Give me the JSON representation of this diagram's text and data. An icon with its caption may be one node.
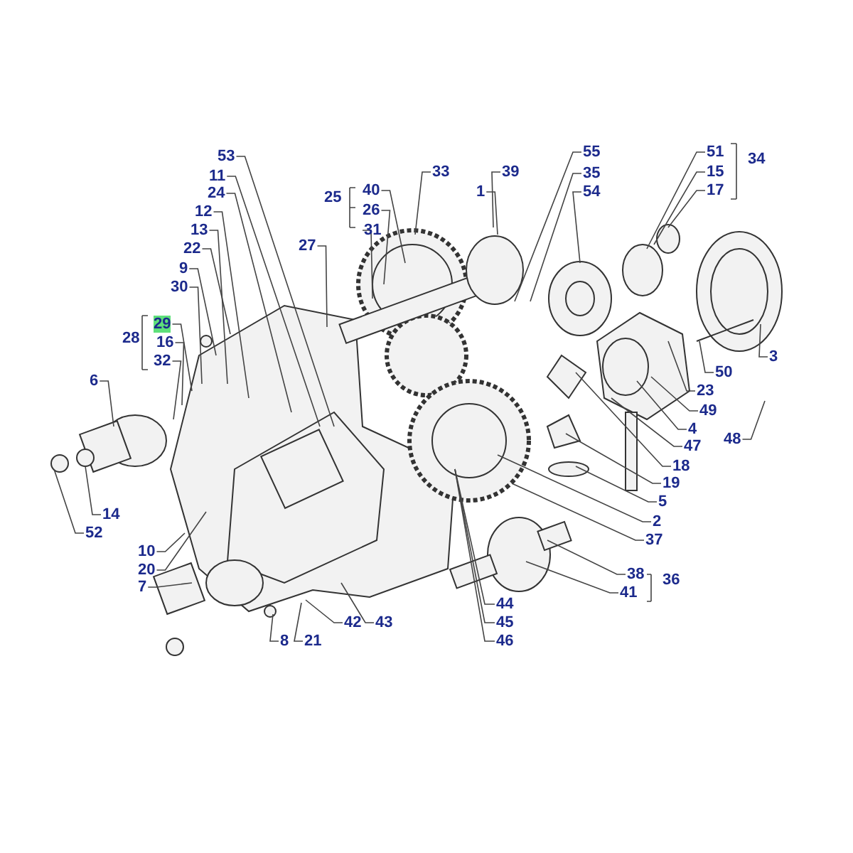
{
  "diagram": {
    "nodes": [
      {
        "text": [
          "53"
        ]
      },
      {
        "text": [
          "51"
        ]
      },
      {
        "text": [
          "55"
        ]
      },
      {
        "text": [
          "33"
        ]
      },
      {
        "text": [
          "39"
        ]
      },
      {
        "text": [
          "11"
        ]
      },
      {
        "text": [
          "15"
        ]
      },
      {
        "text": [
          "35"
        ]
      },
      {
        "text": [
          "24"
        ]
      },
      {
        "text": [
          "1"
        ]
      },
      {
        "text": [
          "17"
        ]
      },
      {
        "text": [
          "54"
        ]
      },
      {
        "text": [
          "40"
        ]
      },
      {
        "text": [
          "12"
        ]
      },
      {
        "text": [
          "26"
        ]
      },
      {
        "text": [
          "13"
        ]
      },
      {
        "text": [
          "31"
        ]
      },
      {
        "text": [
          "27"
        ]
      },
      {
        "text": [
          "22"
        ]
      },
      {
        "text": [
          "9"
        ]
      },
      {
        "text": [
          "30"
        ]
      },
      {
        "text": [
          "29"
        ]
      },
      {
        "text": [
          "16"
        ]
      },
      {
        "text": [
          "3"
        ]
      },
      {
        "text": [
          "32"
        ]
      },
      {
        "text": [
          "50"
        ]
      },
      {
        "text": [
          "6"
        ]
      },
      {
        "text": [
          "23"
        ]
      },
      {
        "text": [
          "49"
        ]
      },
      {
        "text": [
          "4"
        ]
      },
      {
        "text": [
          "48"
        ]
      },
      {
        "text": [
          "47"
        ]
      },
      {
        "text": [
          "18"
        ]
      },
      {
        "text": [
          "19"
        ]
      },
      {
        "text": [
          "5"
        ]
      },
      {
        "text": [
          "14"
        ]
      },
      {
        "text": [
          "2"
        ]
      },
      {
        "text": [
          "52"
        ]
      },
      {
        "text": [
          "37"
        ]
      },
      {
        "text": [
          "10"
        ]
      },
      {
        "text": [
          "20"
        ]
      },
      {
        "text": [
          "38"
        ]
      },
      {
        "text": [
          "7"
        ]
      },
      {
        "text": [
          "41"
        ]
      },
      {
        "text": [
          "44"
        ]
      },
      {
        "text": [
          "42"
        ]
      },
      {
        "text": [
          "43"
        ]
      },
      {
        "text": [
          "45"
        ]
      },
      {
        "text": [
          "8"
        ]
      },
      {
        "text": [
          "21"
        ]
      },
      {
        "text": [
          "46"
        ]
      }
    ],
    "edges": [
      {
        "from": 0,
        "to": null,
        "arrow": "none"
      },
      {
        "from": 1,
        "to": null,
        "arrow": "none"
      },
      {
        "from": 2,
        "to": null,
        "arrow": "none"
      },
      {
        "from": 3,
        "to": null,
        "arrow": "none"
      },
      {
        "from": 4,
        "to": null,
        "arrow": "none"
      },
      {
        "from": 5,
        "to": null,
        "arrow": "none"
      },
      {
        "from": 6,
        "to": null,
        "arrow": "none"
      },
      {
        "from": 7,
        "to": null,
        "arrow": "none"
      },
      {
        "from": 8,
        "to": null,
        "arrow": "none"
      },
      {
        "from": 9,
        "to": null,
        "arrow": "none"
      },
      {
        "from": 10,
        "to": null,
        "arrow": "none"
      },
      {
        "from": 11,
        "to": null,
        "arrow": "none"
      },
      {
        "from": 12,
        "to": null,
        "arrow": "none"
      },
      {
        "from": 13,
        "to": null,
        "arrow": "none"
      },
      {
        "from": 14,
        "to": null,
        "arrow": "none"
      },
      {
        "from": 15,
        "to": null,
        "arrow": "none"
      },
      {
        "from": 16,
        "to": null,
        "arrow": "none"
      },
      {
        "from": 17,
        "to": null,
        "arrow": "none"
      },
      {
        "from": 18,
        "to": null,
        "arrow": "none"
      },
      {
        "from": 19,
        "to": null,
        "arrow": "none"
      },
      {
        "from": 20,
        "to": null,
        "arrow": "none"
      },
      {
        "from": 21,
        "to": null,
        "arrow": "none"
      },
      {
        "from": 22,
        "to": null,
        "arrow": "none"
      },
      {
        "from": 23,
        "to": null,
        "arrow": "none"
      },
      {
        "from": 24,
        "to": null,
        "arrow": "none"
      },
      {
        "from": 25,
        "to": null,
        "arrow": "none"
      },
      {
        "from": 26,
        "to": null,
        "arrow": "none"
      },
      {
        "from": 27,
        "to": null,
        "arrow": "none"
      },
      {
        "from": 28,
        "to": null,
        "arrow": "none"
      },
      {
        "from": 29,
        "to": null,
        "arrow": "none"
      },
      {
        "from": 30,
        "to": null,
        "arrow": "none"
      },
      {
        "from": 31,
        "to": null,
        "arrow": "none"
      },
      {
        "from": 32,
        "to": null,
        "arrow": "none"
      },
      {
        "from": 33,
        "to": null,
        "arrow": "none"
      },
      {
        "from": 34,
        "to": null,
        "arrow": "none"
      },
      {
        "from": 35,
        "to": null,
        "arrow": "none"
      },
      {
        "from": 36,
        "to": null,
        "arrow": "none"
      },
      {
        "from": 37,
        "to": null,
        "arrow": "none"
      },
      {
        "from": 38,
        "to": null,
        "arrow": "none"
      },
      {
        "from": 39,
        "to": null,
        "arrow": "none"
      },
      {
        "from": 40,
        "to": null,
        "arrow": "none"
      },
      {
        "from": 41,
        "to": null,
        "arrow": "none"
      },
      {
        "from": 42,
        "to": null,
        "arrow": "none"
      },
      {
        "from": 43,
        "to": null,
        "arrow": "none"
      },
      {
        "from": 44,
        "to": null,
        "arrow": "none"
      },
      {
        "from": 45,
        "to": null,
        "arrow": "none"
      },
      {
        "from": 46,
        "to": null,
        "arrow": "none"
      },
      {
        "from": 47,
        "to": null,
        "arrow": "none"
      },
      {
        "from": 48,
        "to": null,
        "arrow": "none"
      },
      {
        "from": 49,
        "to": null,
        "arrow": "none"
      },
      {
        "from": 50,
        "to": null,
        "arrow": "none"
      }
    ],
    "labels": [
      "34",
      "25",
      "28",
      "36"
    ]
  }
}
